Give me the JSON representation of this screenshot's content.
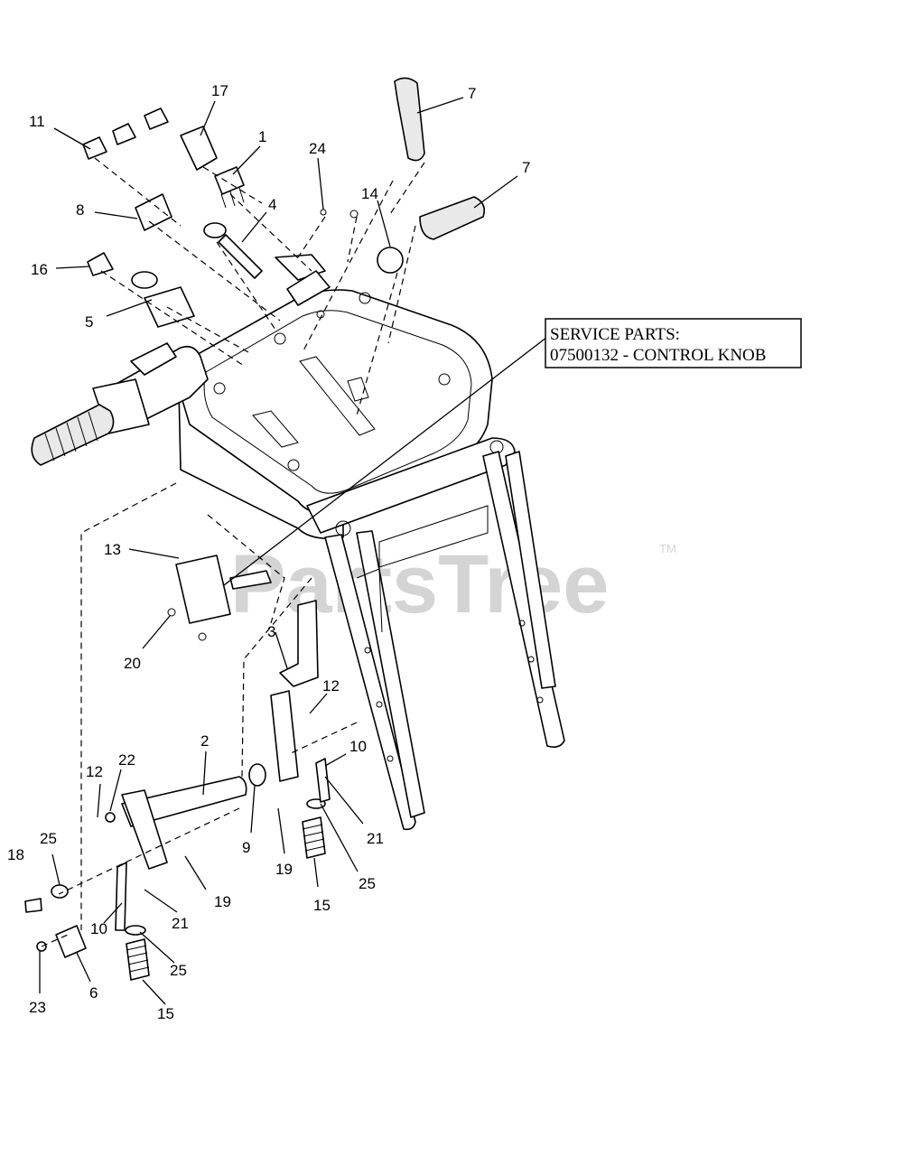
{
  "watermark": {
    "text": "PartsTree",
    "trademark": "TM"
  },
  "service_box": {
    "line1": "SERVICE PARTS:",
    "line2": "07500132 - CONTROL KNOB"
  },
  "callouts": [
    {
      "id": "c17",
      "text": "17"
    },
    {
      "id": "c11",
      "text": "11"
    },
    {
      "id": "c1",
      "text": "1"
    },
    {
      "id": "c24",
      "text": "24"
    },
    {
      "id": "c7a",
      "text": "7"
    },
    {
      "id": "c7b",
      "text": "7"
    },
    {
      "id": "c8",
      "text": "8"
    },
    {
      "id": "c4",
      "text": "4"
    },
    {
      "id": "c14",
      "text": "14"
    },
    {
      "id": "c16",
      "text": "16"
    },
    {
      "id": "c5",
      "text": "5"
    },
    {
      "id": "c13",
      "text": "13"
    },
    {
      "id": "c20",
      "text": "20"
    },
    {
      "id": "c3",
      "text": "3"
    },
    {
      "id": "c12a",
      "text": "12"
    },
    {
      "id": "c10a",
      "text": "10"
    },
    {
      "id": "c2",
      "text": "2"
    },
    {
      "id": "c12b",
      "text": "12"
    },
    {
      "id": "c22",
      "text": "22"
    },
    {
      "id": "c21a",
      "text": "21"
    },
    {
      "id": "c9",
      "text": "9"
    },
    {
      "id": "c19a",
      "text": "19"
    },
    {
      "id": "c25a",
      "text": "25"
    },
    {
      "id": "c18",
      "text": "18"
    },
    {
      "id": "c19b",
      "text": "19"
    },
    {
      "id": "c15a",
      "text": "15"
    },
    {
      "id": "c25b",
      "text": "25"
    },
    {
      "id": "c21b",
      "text": "21"
    },
    {
      "id": "c10b",
      "text": "10"
    },
    {
      "id": "c25c",
      "text": "25"
    },
    {
      "id": "c23",
      "text": "23"
    },
    {
      "id": "c6",
      "text": "6"
    },
    {
      "id": "c15b",
      "text": "15"
    }
  ]
}
